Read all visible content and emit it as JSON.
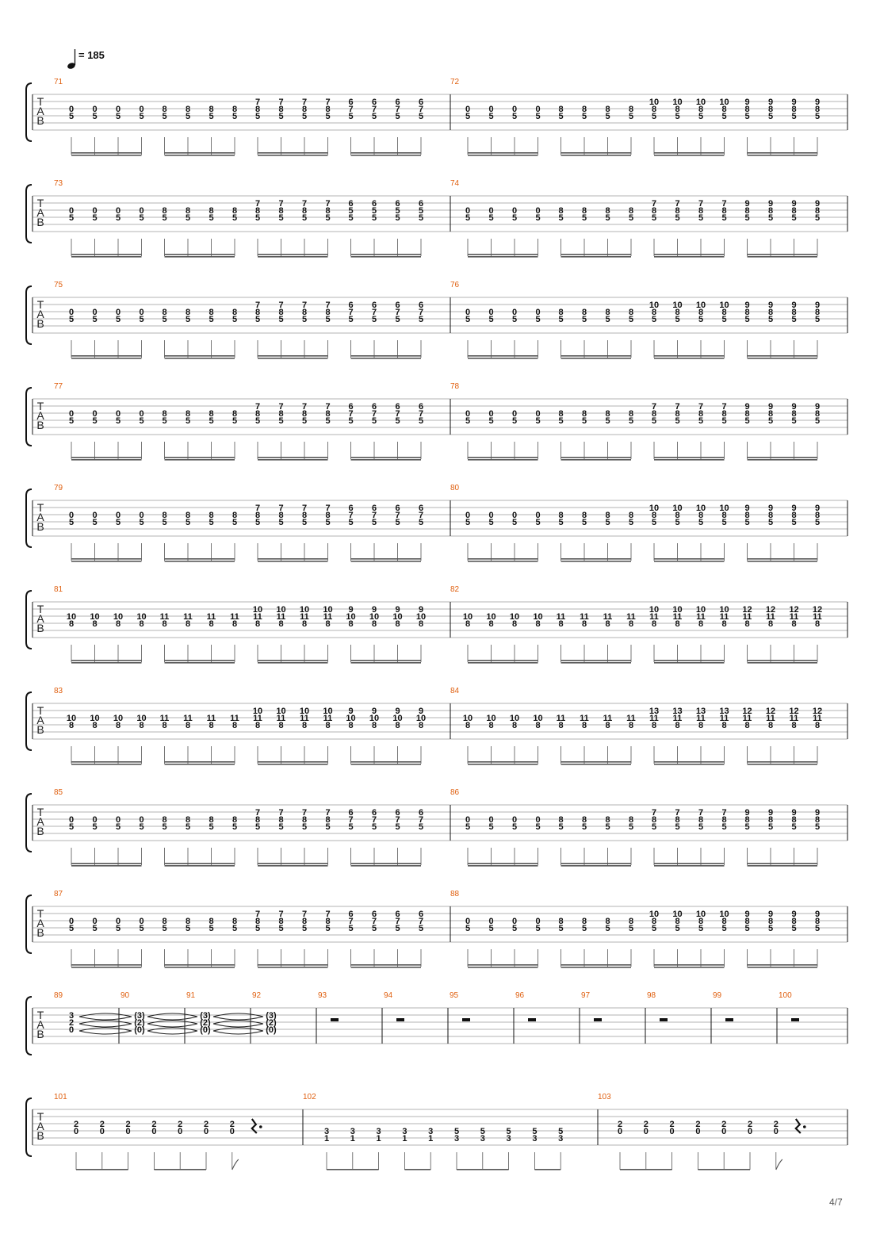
{
  "tempo": {
    "symbol": "quarter-note",
    "value": "= 185"
  },
  "tab_clef": [
    "T",
    "A",
    "B"
  ],
  "page_number": "4/7",
  "systems": [
    {
      "type": "riff",
      "measures": [
        {
          "number": "71",
          "groups": [
            {
              "c": [
                "0",
                "5"
              ]
            },
            {
              "c": [
                "8",
                "5"
              ]
            },
            {
              "c": [
                "7",
                "8",
                "5"
              ]
            },
            {
              "c": [
                "6",
                "7",
                "5"
              ]
            }
          ]
        },
        {
          "number": "72",
          "groups": [
            {
              "c": [
                "0",
                "5"
              ]
            },
            {
              "c": [
                "8",
                "5"
              ]
            },
            {
              "c": [
                "10",
                "8",
                "5"
              ]
            },
            {
              "c": [
                "9",
                "8",
                "5"
              ]
            }
          ]
        }
      ]
    },
    {
      "type": "riff",
      "measures": [
        {
          "number": "73",
          "groups": [
            {
              "c": [
                "0",
                "5"
              ]
            },
            {
              "c": [
                "8",
                "5"
              ]
            },
            {
              "c": [
                "7",
                "8",
                "5"
              ]
            },
            {
              "c": [
                "6",
                "5",
                "5"
              ]
            }
          ]
        },
        {
          "number": "74",
          "groups": [
            {
              "c": [
                "0",
                "5"
              ]
            },
            {
              "c": [
                "8",
                "5"
              ]
            },
            {
              "c": [
                "7",
                "8",
                "5"
              ]
            },
            {
              "c": [
                "9",
                "8",
                "5"
              ]
            }
          ]
        }
      ]
    },
    {
      "type": "riff",
      "measures": [
        {
          "number": "75",
          "groups": [
            {
              "c": [
                "0",
                "5"
              ]
            },
            {
              "c": [
                "8",
                "5"
              ]
            },
            {
              "c": [
                "7",
                "8",
                "5"
              ]
            },
            {
              "c": [
                "6",
                "7",
                "5"
              ]
            }
          ]
        },
        {
          "number": "76",
          "groups": [
            {
              "c": [
                "0",
                "5"
              ]
            },
            {
              "c": [
                "8",
                "5"
              ]
            },
            {
              "c": [
                "10",
                "8",
                "5"
              ]
            },
            {
              "c": [
                "9",
                "8",
                "5"
              ]
            }
          ]
        }
      ]
    },
    {
      "type": "riff",
      "measures": [
        {
          "number": "77",
          "groups": [
            {
              "c": [
                "0",
                "5"
              ]
            },
            {
              "c": [
                "8",
                "5"
              ]
            },
            {
              "c": [
                "7",
                "8",
                "5"
              ]
            },
            {
              "c": [
                "6",
                "7",
                "5"
              ]
            }
          ]
        },
        {
          "number": "78",
          "groups": [
            {
              "c": [
                "0",
                "5"
              ]
            },
            {
              "c": [
                "8",
                "5"
              ]
            },
            {
              "c": [
                "7",
                "8",
                "5"
              ]
            },
            {
              "c": [
                "9",
                "8",
                "5"
              ]
            }
          ]
        }
      ]
    },
    {
      "type": "riff",
      "measures": [
        {
          "number": "79",
          "groups": [
            {
              "c": [
                "0",
                "5"
              ]
            },
            {
              "c": [
                "8",
                "5"
              ]
            },
            {
              "c": [
                "7",
                "8",
                "5"
              ]
            },
            {
              "c": [
                "6",
                "7",
                "5"
              ]
            }
          ]
        },
        {
          "number": "80",
          "groups": [
            {
              "c": [
                "0",
                "5"
              ]
            },
            {
              "c": [
                "8",
                "5"
              ]
            },
            {
              "c": [
                "10",
                "8",
                "5"
              ]
            },
            {
              "c": [
                "9",
                "8",
                "5"
              ]
            }
          ]
        }
      ]
    },
    {
      "type": "riff",
      "measures": [
        {
          "number": "81",
          "groups": [
            {
              "c": [
                "10",
                "8"
              ]
            },
            {
              "c": [
                "11",
                "8"
              ]
            },
            {
              "c": [
                "10",
                "11",
                "8"
              ]
            },
            {
              "c": [
                "9",
                "10",
                "8"
              ]
            }
          ]
        },
        {
          "number": "82",
          "groups": [
            {
              "c": [
                "10",
                "8"
              ]
            },
            {
              "c": [
                "11",
                "8"
              ]
            },
            {
              "c": [
                "10",
                "11",
                "8"
              ]
            },
            {
              "c": [
                "12",
                "11",
                "8"
              ]
            }
          ]
        }
      ]
    },
    {
      "type": "riff",
      "measures": [
        {
          "number": "83",
          "groups": [
            {
              "c": [
                "10",
                "8"
              ]
            },
            {
              "c": [
                "11",
                "8"
              ]
            },
            {
              "c": [
                "10",
                "11",
                "8"
              ]
            },
            {
              "c": [
                "9",
                "10",
                "8"
              ]
            }
          ]
        },
        {
          "number": "84",
          "groups": [
            {
              "c": [
                "10",
                "8"
              ]
            },
            {
              "c": [
                "11",
                "8"
              ]
            },
            {
              "c": [
                "13",
                "11",
                "8"
              ]
            },
            {
              "c": [
                "12",
                "11",
                "8"
              ]
            }
          ]
        }
      ]
    },
    {
      "type": "riff",
      "measures": [
        {
          "number": "85",
          "groups": [
            {
              "c": [
                "0",
                "5"
              ]
            },
            {
              "c": [
                "8",
                "5"
              ]
            },
            {
              "c": [
                "7",
                "8",
                "5"
              ]
            },
            {
              "c": [
                "6",
                "7",
                "5"
              ]
            }
          ]
        },
        {
          "number": "86",
          "groups": [
            {
              "c": [
                "0",
                "5"
              ]
            },
            {
              "c": [
                "8",
                "5"
              ]
            },
            {
              "c": [
                "7",
                "8",
                "5"
              ]
            },
            {
              "c": [
                "9",
                "8",
                "5"
              ]
            }
          ]
        }
      ]
    },
    {
      "type": "riff",
      "measures": [
        {
          "number": "87",
          "groups": [
            {
              "c": [
                "0",
                "5"
              ]
            },
            {
              "c": [
                "8",
                "5"
              ]
            },
            {
              "c": [
                "7",
                "8",
                "5"
              ]
            },
            {
              "c": [
                "6",
                "7",
                "5"
              ]
            }
          ]
        },
        {
          "number": "88",
          "groups": [
            {
              "c": [
                "0",
                "5"
              ]
            },
            {
              "c": [
                "8",
                "5"
              ]
            },
            {
              "c": [
                "10",
                "8",
                "5"
              ]
            },
            {
              "c": [
                "9",
                "8",
                "5"
              ]
            }
          ]
        }
      ]
    },
    {
      "type": "sustain",
      "measures": [
        {
          "number": "89",
          "chord": [
            "3",
            "2",
            "0"
          ]
        },
        {
          "number": "90",
          "chord": [
            "(3)",
            "(2)",
            "(0)"
          ]
        },
        {
          "number": "91",
          "chord": [
            "(3)",
            "(2)",
            "(0)"
          ]
        },
        {
          "number": "92",
          "chord": [
            "(3)",
            "(2)",
            "(0)"
          ]
        },
        {
          "number": "93",
          "rest": true
        },
        {
          "number": "94",
          "rest": true
        },
        {
          "number": "95",
          "rest": true
        },
        {
          "number": "96",
          "rest": true
        },
        {
          "number": "97",
          "rest": true
        },
        {
          "number": "98",
          "rest": true
        },
        {
          "number": "99",
          "rest": true
        },
        {
          "number": "100",
          "rest": true
        }
      ]
    },
    {
      "type": "ending",
      "measures": [
        {
          "number": "101",
          "chord": [
            "2",
            "0"
          ],
          "count": 7,
          "tail_rest": true
        },
        {
          "number": "102",
          "chords": [
            [
              "3",
              "1"
            ],
            [
              "3",
              "1"
            ],
            [
              "3",
              "1"
            ],
            [
              "3",
              "1"
            ],
            [
              "3",
              "1"
            ],
            [
              "5",
              "3"
            ],
            [
              "5",
              "3"
            ],
            [
              "5",
              "3"
            ],
            [
              "5",
              "3"
            ],
            [
              "5",
              "3"
            ]
          ]
        },
        {
          "number": "103",
          "chord": [
            "2",
            "0"
          ],
          "count": 7,
          "tail_rest": true
        }
      ]
    }
  ]
}
